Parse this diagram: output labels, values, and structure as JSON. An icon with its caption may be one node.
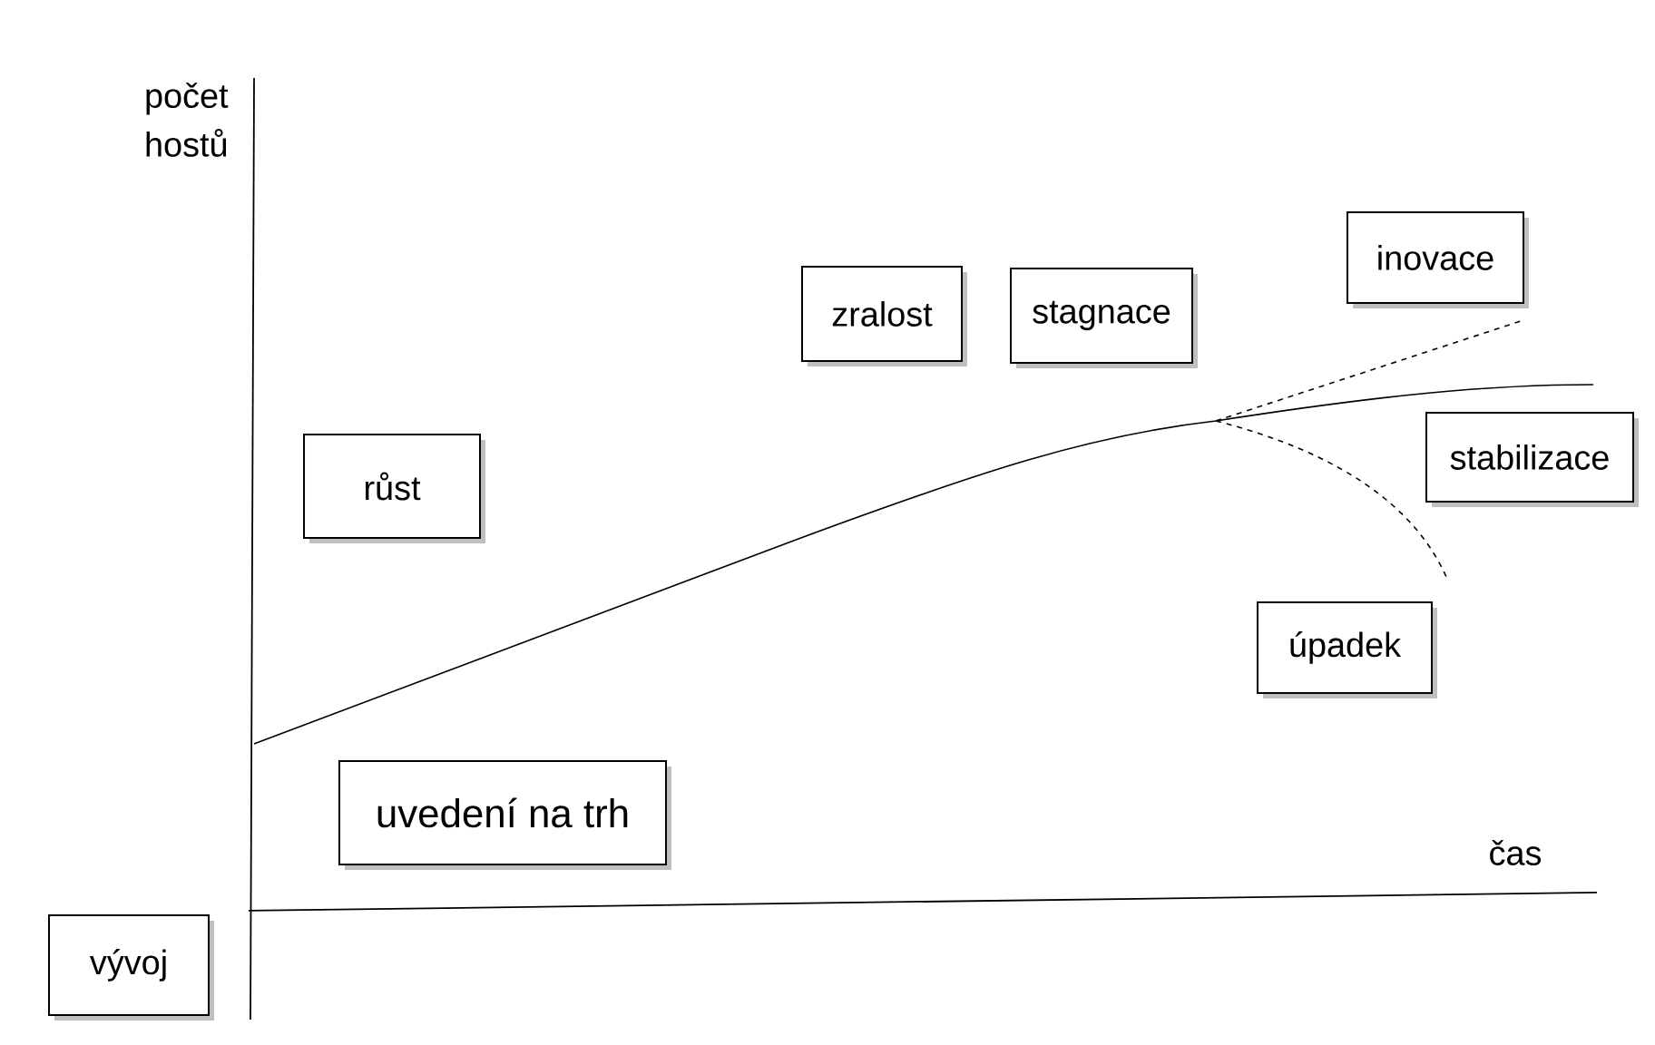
{
  "diagram": {
    "nodes": [
      {
        "text": [
          "vývoj"
        ]
      },
      {
        "text": [
          "uvedení na trh"
        ]
      },
      {
        "text": [
          "růst"
        ]
      },
      {
        "text": [
          "zralost"
        ]
      },
      {
        "text": [
          "stagnace"
        ]
      },
      {
        "text": [
          "inovace"
        ]
      },
      {
        "text": [
          "stabilizace"
        ]
      },
      {
        "text": [
          "úpadek"
        ]
      }
    ],
    "labels": [
      "počet hostů",
      "čas"
    ]
  }
}
